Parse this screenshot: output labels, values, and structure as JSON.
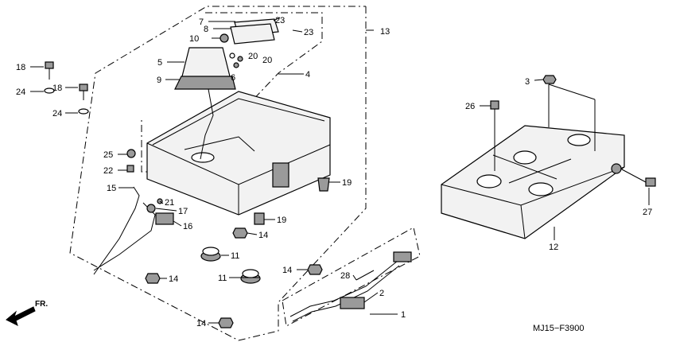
{
  "diagram": {
    "code": "MJ15−F3900",
    "direction_label": "FR.",
    "callouts": {
      "c1": "1",
      "c2": "2",
      "c3": "3",
      "c4": "4",
      "c5": "5",
      "c6": "6",
      "c7": "7",
      "c8": "8",
      "c9": "9",
      "c10": "10",
      "c11a": "11",
      "c11b": "11",
      "c12": "12",
      "c13": "13",
      "c14a": "14",
      "c14b": "14",
      "c14c": "14",
      "c14d": "14",
      "c15": "15",
      "c16": "16",
      "c17": "17",
      "c18a": "18",
      "c18b": "18",
      "c19a": "19",
      "c19b": "19",
      "c20a": "20",
      "c20b": "20",
      "c21": "21",
      "c22": "22",
      "c23a": "23",
      "c23b": "23",
      "c24a": "24",
      "c24b": "24",
      "c25": "25",
      "c26": "26",
      "c27": "27",
      "c28": "28"
    }
  }
}
